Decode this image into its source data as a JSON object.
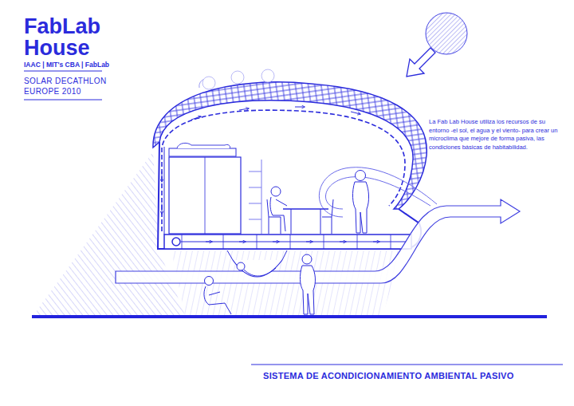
{
  "diagram": {
    "title": "FabLab House",
    "caption": "SISTEMA DE ACONDICIONAMIENTO AMBIENTAL PASIVO",
    "labels": [
      "IAAC | MIT's CBA | FabLab",
      "SOLAR DECATHLON EUROPE 2010",
      "La Fab Lab House utiliza los recursos de su entorno -el sol, el agua y el viento- para crear un microclima que mejore de forma pasiva, las condiciones básicas de habitabilidad."
    ]
  }
}
